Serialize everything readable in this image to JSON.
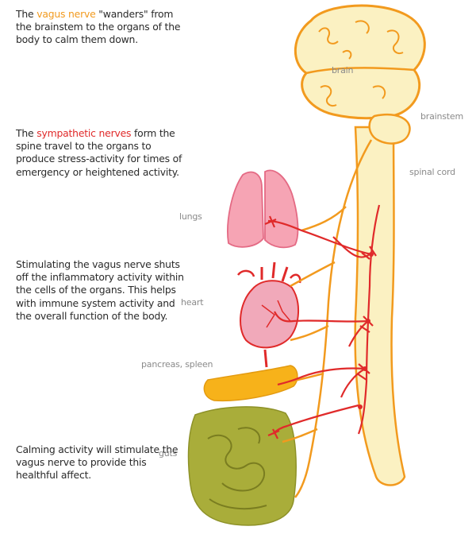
{
  "intro": {
    "p1": {
      "before": "The ",
      "highlight": "vagus nerve",
      "after": " \"wanders\" from the brainstem to the organs of the body to calm them down."
    },
    "p2": {
      "before": "The ",
      "highlight": "sympathetic nerves",
      "after": " form the spine travel to the organs to produce stress-activity for times of emergency or heightened activity."
    },
    "p3": "Stimulating the vagus nerve shuts off the inflammatory activity within the cells of the organs. This helps with immune system activity and the overall function of the body.",
    "p4": "Calming activity will stimulate the vagus nerve to provide this healthful affect."
  },
  "labels": {
    "brain": "brain",
    "brainstem": "brainstem",
    "spinal_cord": "spinal cord",
    "lungs": "lungs",
    "heart": "heart",
    "pancreas_spleen": "pancreas, spleen",
    "guts": "guts"
  },
  "colors": {
    "vagus": "#f29a1e",
    "sympathetic": "#e02a2a",
    "brain_fill": "#fbf1c2",
    "lungs_fill": "#f6a4b4",
    "heart_fill": "#f1a9ba",
    "pancreas_fill": "#f7b21a",
    "guts_fill": "#a9ad3a"
  }
}
